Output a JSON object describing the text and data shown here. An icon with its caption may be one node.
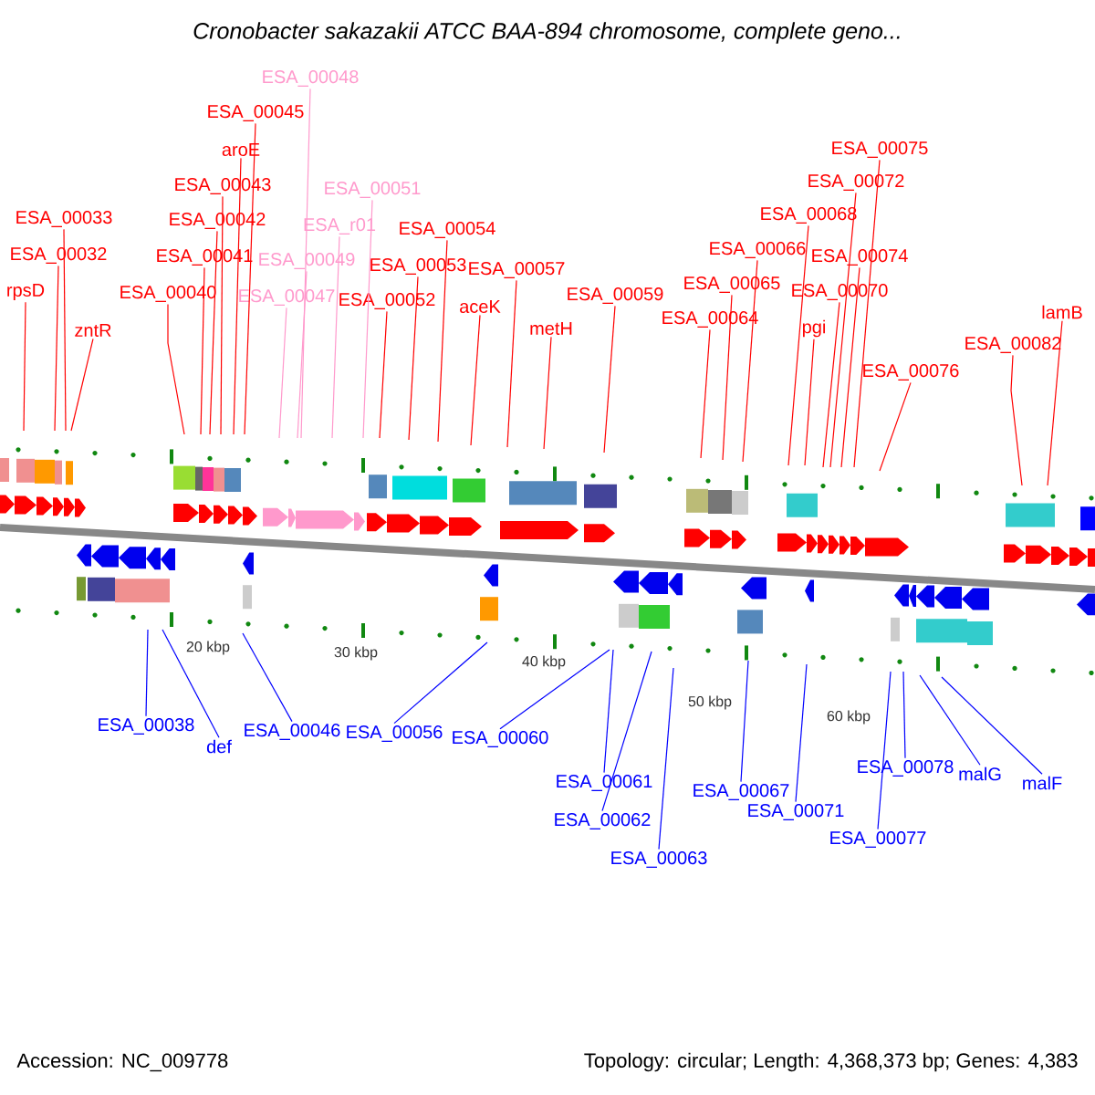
{
  "diagram": {
    "title": "Cronobacter sakazakii ATCC BAA-894 chromosome, complete geno...",
    "nodes": [
      {
        "text": [
          "rpsD"
        ]
      },
      {
        "text": [
          "ESA_00032"
        ]
      },
      {
        "text": [
          "ESA_00033"
        ]
      },
      {
        "text": [
          "zntR"
        ]
      },
      {
        "text": [
          "ESA_00040"
        ]
      },
      {
        "text": [
          "ESA_00041"
        ]
      },
      {
        "text": [
          "ESA_00042"
        ]
      },
      {
        "text": [
          "ESA_00043"
        ]
      },
      {
        "text": [
          "aroE"
        ]
      },
      {
        "text": [
          "ESA_00045"
        ]
      },
      {
        "text": [
          "ESA_00048"
        ]
      },
      {
        "text": [
          "ESA_00051"
        ]
      },
      {
        "text": [
          "ESA_r01"
        ]
      },
      {
        "text": [
          "ESA_00049"
        ]
      },
      {
        "text": [
          "ESA_00047"
        ]
      },
      {
        "text": [
          "ESA_00052"
        ]
      },
      {
        "text": [
          "ESA_00053"
        ]
      },
      {
        "text": [
          "ESA_00054"
        ]
      },
      {
        "text": [
          "aceK"
        ]
      },
      {
        "text": [
          "ESA_00057"
        ]
      },
      {
        "text": [
          "metH"
        ]
      },
      {
        "text": [
          "ESA_00059"
        ]
      },
      {
        "text": [
          "ESA_00064"
        ]
      },
      {
        "text": [
          "ESA_00065"
        ]
      },
      {
        "text": [
          "ESA_00066"
        ]
      },
      {
        "text": [
          "ESA_00068"
        ]
      },
      {
        "text": [
          "ESA_00072"
        ]
      },
      {
        "text": [
          "ESA_00075"
        ]
      },
      {
        "text": [
          "ESA_00074"
        ]
      },
      {
        "text": [
          "ESA_00070"
        ]
      },
      {
        "text": [
          "pgi"
        ]
      },
      {
        "text": [
          "ESA_00076"
        ]
      },
      {
        "text": [
          "ESA_00082"
        ]
      },
      {
        "text": [
          "lamB"
        ]
      },
      {
        "text": [
          "ESA_00038"
        ]
      },
      {
        "text": [
          "def"
        ]
      },
      {
        "text": [
          "ESA_00046"
        ]
      },
      {
        "text": [
          "ESA_00056"
        ]
      },
      {
        "text": [
          "ESA_00060"
        ]
      },
      {
        "text": [
          "ESA_00061"
        ]
      },
      {
        "text": [
          "ESA_00062"
        ]
      },
      {
        "text": [
          "ESA_00063"
        ]
      },
      {
        "text": [
          "ESA_00067"
        ]
      },
      {
        "text": [
          "ESA_00071"
        ]
      },
      {
        "text": [
          "ESA_00077"
        ]
      },
      {
        "text": [
          "ESA_00078"
        ]
      },
      {
        "text": [
          "malG"
        ]
      },
      {
        "text": [
          "malF"
        ]
      }
    ],
    "edges": [
      {
        "from": 0,
        "to": null,
        "arrow": "none"
      },
      {
        "from": 1,
        "to": null,
        "arrow": "none"
      },
      {
        "from": 2,
        "to": null,
        "arrow": "none"
      },
      {
        "from": 3,
        "to": null,
        "arrow": "none"
      },
      {
        "from": 4,
        "to": null,
        "arrow": "none"
      },
      {
        "from": 5,
        "to": null,
        "arrow": "none"
      },
      {
        "from": 6,
        "to": null,
        "arrow": "none"
      },
      {
        "from": 7,
        "to": null,
        "arrow": "none"
      },
      {
        "from": 8,
        "to": null,
        "arrow": "none"
      },
      {
        "from": 9,
        "to": null,
        "arrow": "none"
      },
      {
        "from": 10,
        "to": null,
        "arrow": "none",
        "color": "#ff99cc"
      },
      {
        "from": 11,
        "to": null,
        "arrow": "none",
        "color": "#ff99cc"
      },
      {
        "from": 12,
        "to": null,
        "arrow": "none",
        "color": "#ff99cc"
      },
      {
        "from": 13,
        "to": null,
        "arrow": "none",
        "color": "#ff99cc"
      },
      {
        "from": 14,
        "to": null,
        "arrow": "none",
        "color": "#ff99cc"
      },
      {
        "from": 15,
        "to": null,
        "arrow": "none"
      },
      {
        "from": 16,
        "to": null,
        "arrow": "none"
      },
      {
        "from": 17,
        "to": null,
        "arrow": "none"
      },
      {
        "from": 18,
        "to": null,
        "arrow": "none"
      },
      {
        "from": 19,
        "to": null,
        "arrow": "none"
      },
      {
        "from": 20,
        "to": null,
        "arrow": "none"
      },
      {
        "from": 21,
        "to": null,
        "arrow": "none"
      },
      {
        "from": 22,
        "to": null,
        "arrow": "none"
      },
      {
        "from": 23,
        "to": null,
        "arrow": "none"
      },
      {
        "from": 24,
        "to": null,
        "arrow": "none"
      },
      {
        "from": 25,
        "to": null,
        "arrow": "none"
      },
      {
        "from": 26,
        "to": null,
        "arrow": "none"
      },
      {
        "from": 27,
        "to": null,
        "arrow": "none"
      },
      {
        "from": 28,
        "to": null,
        "arrow": "none"
      },
      {
        "from": 29,
        "to": null,
        "arrow": "none"
      },
      {
        "from": 30,
        "to": null,
        "arrow": "none"
      },
      {
        "from": 31,
        "to": null,
        "arrow": "none"
      },
      {
        "from": 32,
        "to": null,
        "arrow": "none"
      },
      {
        "from": 33,
        "to": null,
        "arrow": "none"
      },
      {
        "from": 34,
        "to": null,
        "arrow": "none",
        "color": "#0000ff"
      },
      {
        "from": 35,
        "to": null,
        "arrow": "none",
        "color": "#0000ff"
      },
      {
        "from": 36,
        "to": null,
        "arrow": "none",
        "color": "#0000ff"
      },
      {
        "from": 37,
        "to": null,
        "arrow": "none",
        "color": "#0000ff"
      },
      {
        "from": 38,
        "to": null,
        "arrow": "none",
        "color": "#0000ff"
      },
      {
        "from": 39,
        "to": null,
        "arrow": "none",
        "color": "#0000ff"
      },
      {
        "from": 40,
        "to": null,
        "arrow": "none",
        "color": "#0000ff"
      },
      {
        "from": 41,
        "to": null,
        "arrow": "none",
        "color": "#0000ff"
      },
      {
        "from": 42,
        "to": null,
        "arrow": "none",
        "color": "#0000ff"
      },
      {
        "from": 43,
        "to": null,
        "arrow": "none",
        "color": "#0000ff"
      },
      {
        "from": 44,
        "to": null,
        "arrow": "none",
        "color": "#0000ff"
      },
      {
        "from": 45,
        "to": null,
        "arrow": "none",
        "color": "#0000ff"
      },
      {
        "from": 46,
        "to": null,
        "arrow": "none",
        "color": "#0000ff"
      },
      {
        "from": 47,
        "to": null,
        "arrow": "none",
        "color": "#0000ff"
      }
    ],
    "labels": [
      "20 kbp",
      "30 kbp",
      "40 kbp",
      "50 kbp",
      "60 kbp",
      "Accession: NC_009778",
      "Topology: circular; Length: 4,368,373 bp; Genes: 4,383"
    ]
  }
}
